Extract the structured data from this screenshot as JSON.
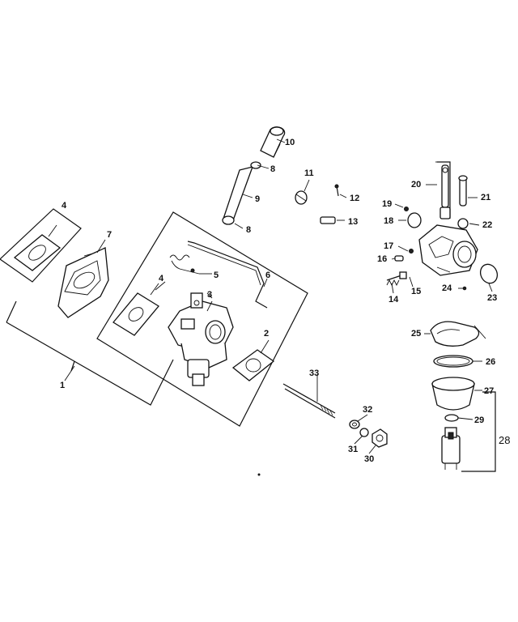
{
  "callouts": [
    {
      "id": "c1",
      "text": "1"
    },
    {
      "id": "c2",
      "text": "2"
    },
    {
      "id": "c3",
      "text": "3"
    },
    {
      "id": "c4a",
      "text": "4"
    },
    {
      "id": "c4b",
      "text": "4"
    },
    {
      "id": "c5",
      "text": "5"
    },
    {
      "id": "c6",
      "text": "6"
    },
    {
      "id": "c7",
      "text": "7"
    },
    {
      "id": "c8a",
      "text": "8"
    },
    {
      "id": "c8b",
      "text": "8"
    },
    {
      "id": "c9",
      "text": "9"
    },
    {
      "id": "c10",
      "text": "10"
    },
    {
      "id": "c11",
      "text": "11"
    },
    {
      "id": "c12",
      "text": "12"
    },
    {
      "id": "c13",
      "text": "13"
    },
    {
      "id": "c14",
      "text": "14"
    },
    {
      "id": "c15",
      "text": "15"
    },
    {
      "id": "c16",
      "text": "16"
    },
    {
      "id": "c17",
      "text": "17"
    },
    {
      "id": "c18",
      "text": "18"
    },
    {
      "id": "c19",
      "text": "19"
    },
    {
      "id": "c20",
      "text": "20"
    },
    {
      "id": "c21",
      "text": "21"
    },
    {
      "id": "c22",
      "text": "22"
    },
    {
      "id": "c23",
      "text": "23"
    },
    {
      "id": "c24",
      "text": "24"
    },
    {
      "id": "c25",
      "text": "25"
    },
    {
      "id": "c26",
      "text": "26"
    },
    {
      "id": "c27",
      "text": "27"
    },
    {
      "id": "c28",
      "text": "28"
    },
    {
      "id": "c29",
      "text": "29"
    },
    {
      "id": "c30",
      "text": "30"
    },
    {
      "id": "c31",
      "text": "31"
    },
    {
      "id": "c32",
      "text": "32"
    },
    {
      "id": "c33",
      "text": "33"
    }
  ]
}
